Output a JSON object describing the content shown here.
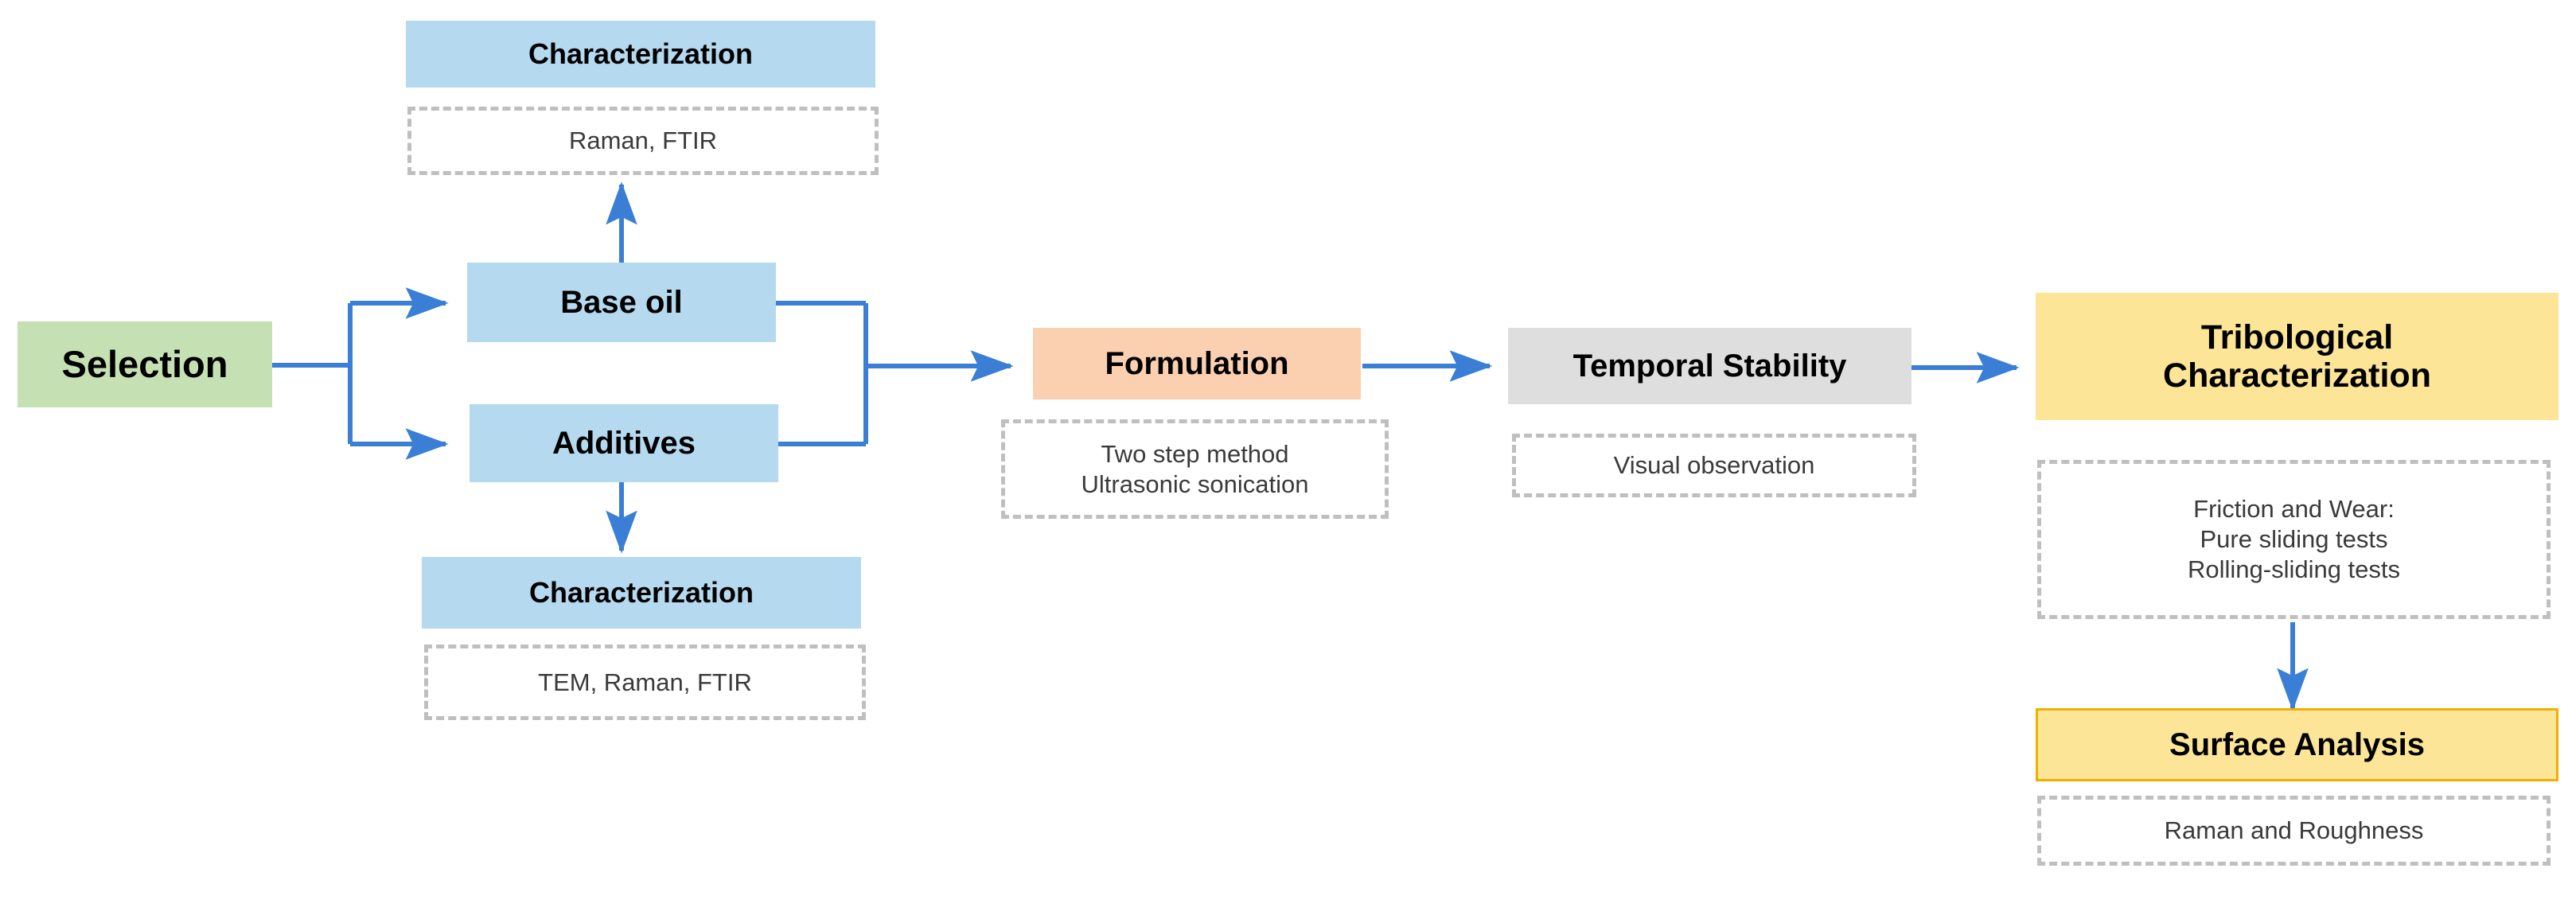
{
  "diagram": {
    "title": "Lubricant development and tribological evaluation workflow",
    "colors": {
      "selection": "#c5e0b3",
      "component": "#b5d9ef",
      "formulation": "#fbd0b0",
      "stability": "#dedede",
      "tribology": "#fce596",
      "tribology_border": "#f0b000",
      "arrow": "#3a7fd5",
      "note_border": "#bfbfbf",
      "note_text": "#3a3a3a",
      "background": "#ffffff"
    },
    "nodes": {
      "selection": {
        "label": "Selection"
      },
      "characterization_top": {
        "label": "Characterization"
      },
      "base_oil": {
        "label": "Base oil"
      },
      "additives": {
        "label": "Additives"
      },
      "characterization_bottom": {
        "label": "Characterization"
      },
      "formulation": {
        "label": "Formulation"
      },
      "temporal_stability": {
        "label": "Temporal Stability"
      },
      "tribological_characterization": {
        "label": "Tribological Characterization"
      },
      "surface_analysis": {
        "label": "Surface Analysis"
      }
    },
    "notes": {
      "characterization_top_note": {
        "lines": [
          "Raman, FTIR"
        ]
      },
      "characterization_bottom_note": {
        "lines": [
          "TEM, Raman, FTIR"
        ]
      },
      "formulation_note": {
        "lines": [
          "Two step method",
          "Ultrasonic sonication"
        ]
      },
      "temporal_stability_note": {
        "lines": [
          "Visual observation"
        ]
      },
      "tribological_note": {
        "lines": [
          "Friction and  Wear:",
          "Pure sliding tests",
          "Rolling-sliding tests"
        ]
      },
      "surface_analysis_note": {
        "lines": [
          "Raman and Roughness"
        ]
      }
    },
    "edges": [
      {
        "from": "selection",
        "to": "base_oil",
        "style": "elbow-split"
      },
      {
        "from": "selection",
        "to": "additives",
        "style": "elbow-split"
      },
      {
        "from": "base_oil",
        "to": "characterization_top_note",
        "style": "vertical-up"
      },
      {
        "from": "additives",
        "to": "characterization_bottom",
        "style": "vertical-down"
      },
      {
        "from": "base_oil",
        "to": "formulation",
        "style": "elbow-merge"
      },
      {
        "from": "additives",
        "to": "formulation",
        "style": "elbow-merge"
      },
      {
        "from": "formulation",
        "to": "temporal_stability",
        "style": "straight"
      },
      {
        "from": "temporal_stability",
        "to": "tribological_characterization",
        "style": "straight"
      },
      {
        "from": "tribological_note",
        "to": "surface_analysis",
        "style": "vertical-down"
      }
    ]
  }
}
